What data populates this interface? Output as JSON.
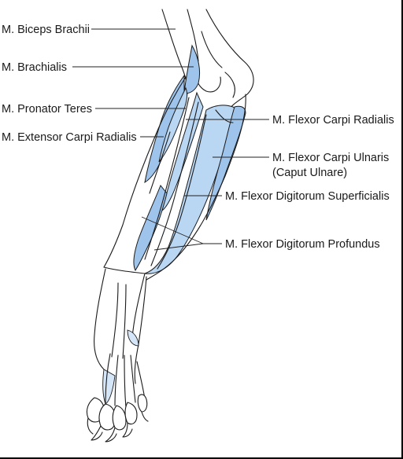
{
  "labels": {
    "biceps_brachii": "M. Biceps Brachii",
    "brachialis": "M. Brachialis",
    "pronator_teres": "M. Pronator Teres",
    "extensor_carpi_radialis": "M. Extensor Carpi Radialis",
    "flexor_carpi_radialis": "M. Flexor Carpi Radialis",
    "flexor_carpi_ulnaris_line1": "M. Flexor Carpi Ulnaris",
    "flexor_carpi_ulnaris_line2": "(Caput Ulnare)",
    "flexor_digitorum_superficialis": "M. Flexor Digitorum Superficialis",
    "flexor_digitorum_profundus": "M. Flexor Digitorum Profundus"
  },
  "colors": {
    "muscle_light": "#b9d6f3",
    "muscle_mid": "#9ec4ec",
    "muscle_pale": "#d5e6f8",
    "outline": "#1a1a1a"
  }
}
